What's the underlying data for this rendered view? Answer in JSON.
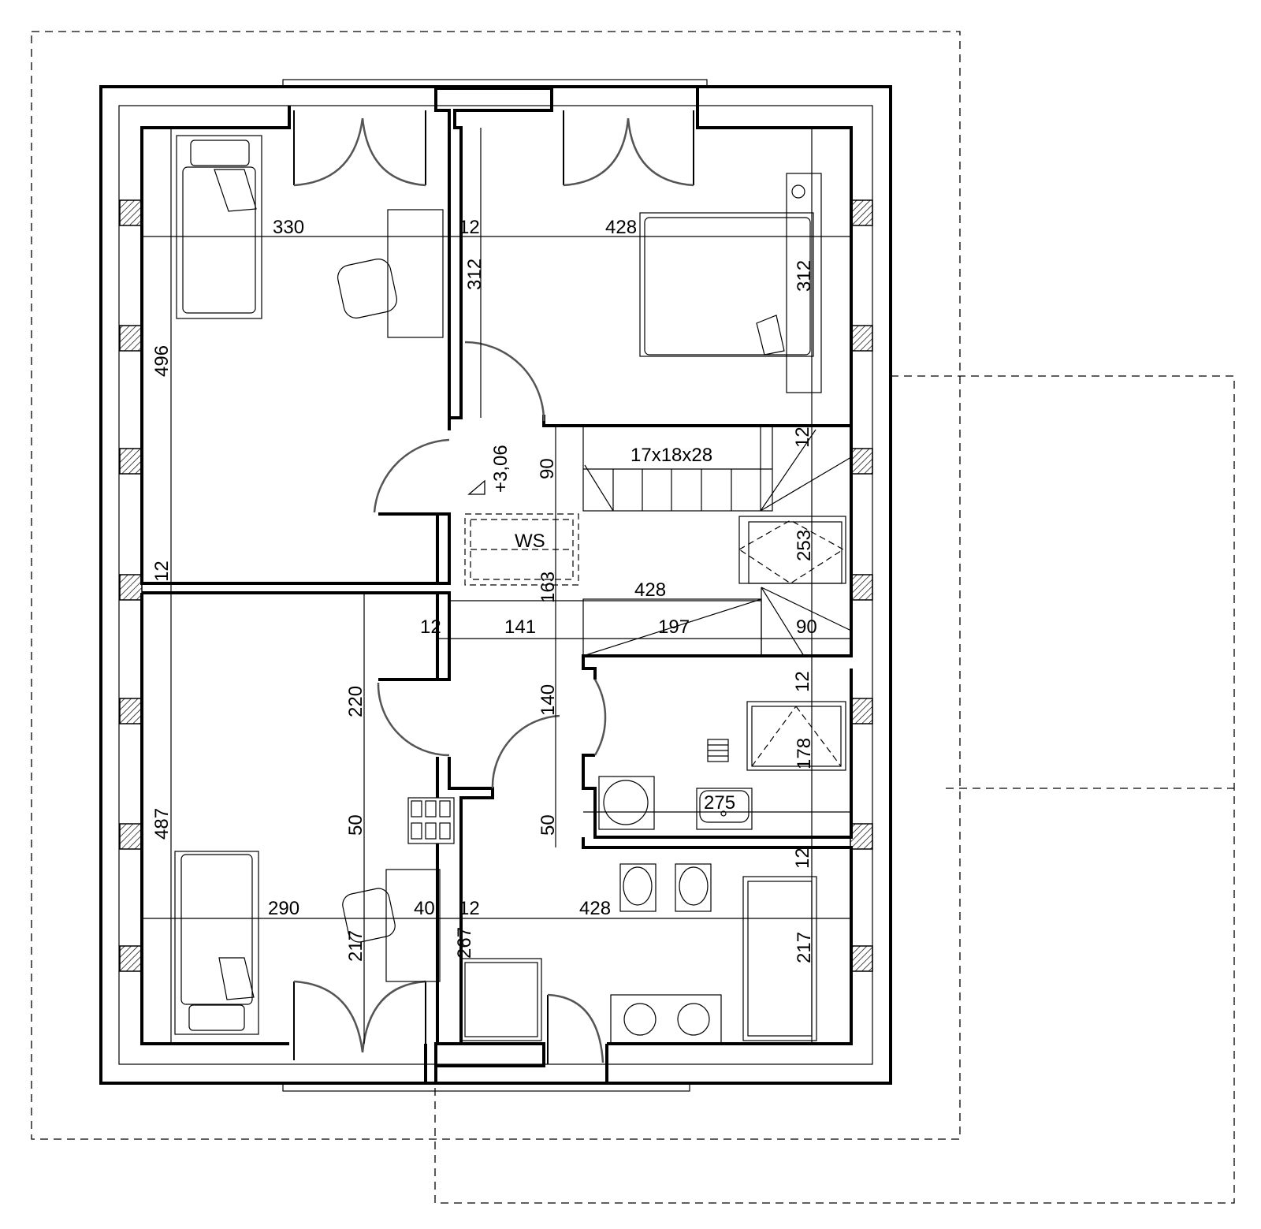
{
  "plan": {
    "dimensions": {
      "bedroom_nw_width": "330",
      "wall_nw": "12",
      "bedroom_ne_width": "428",
      "bedroom_ne_height_left": "312",
      "bedroom_ne_height_right": "312",
      "bedroom_nw_height": "496",
      "stair_wall": "12",
      "stair_height": "90",
      "landing": "253",
      "west_wall": "12",
      "hall_width": "428",
      "hall_gap_left": "12",
      "hall_141": "141",
      "stair_197": "197",
      "stair_90_right": "90",
      "hall_163": "163",
      "hall_140": "140",
      "bath_wall_top": "12",
      "shower_178": "178",
      "bath_275": "275",
      "bedroom_sw_220": "220",
      "bedroom_sw_487": "487",
      "hall_50_left": "50",
      "hall_50_right": "50",
      "bath_wall_bottom": "12",
      "bedroom_sw_width": "290",
      "wall_40": "40",
      "wall_12_sw": "12",
      "bath_se_width": "428",
      "bedroom_sw_217": "217",
      "hall_267": "267",
      "bath_se_217": "217"
    },
    "labels": {
      "level_mark": "+3,06",
      "stairs": "17x18x28",
      "ws": "WS"
    }
  }
}
